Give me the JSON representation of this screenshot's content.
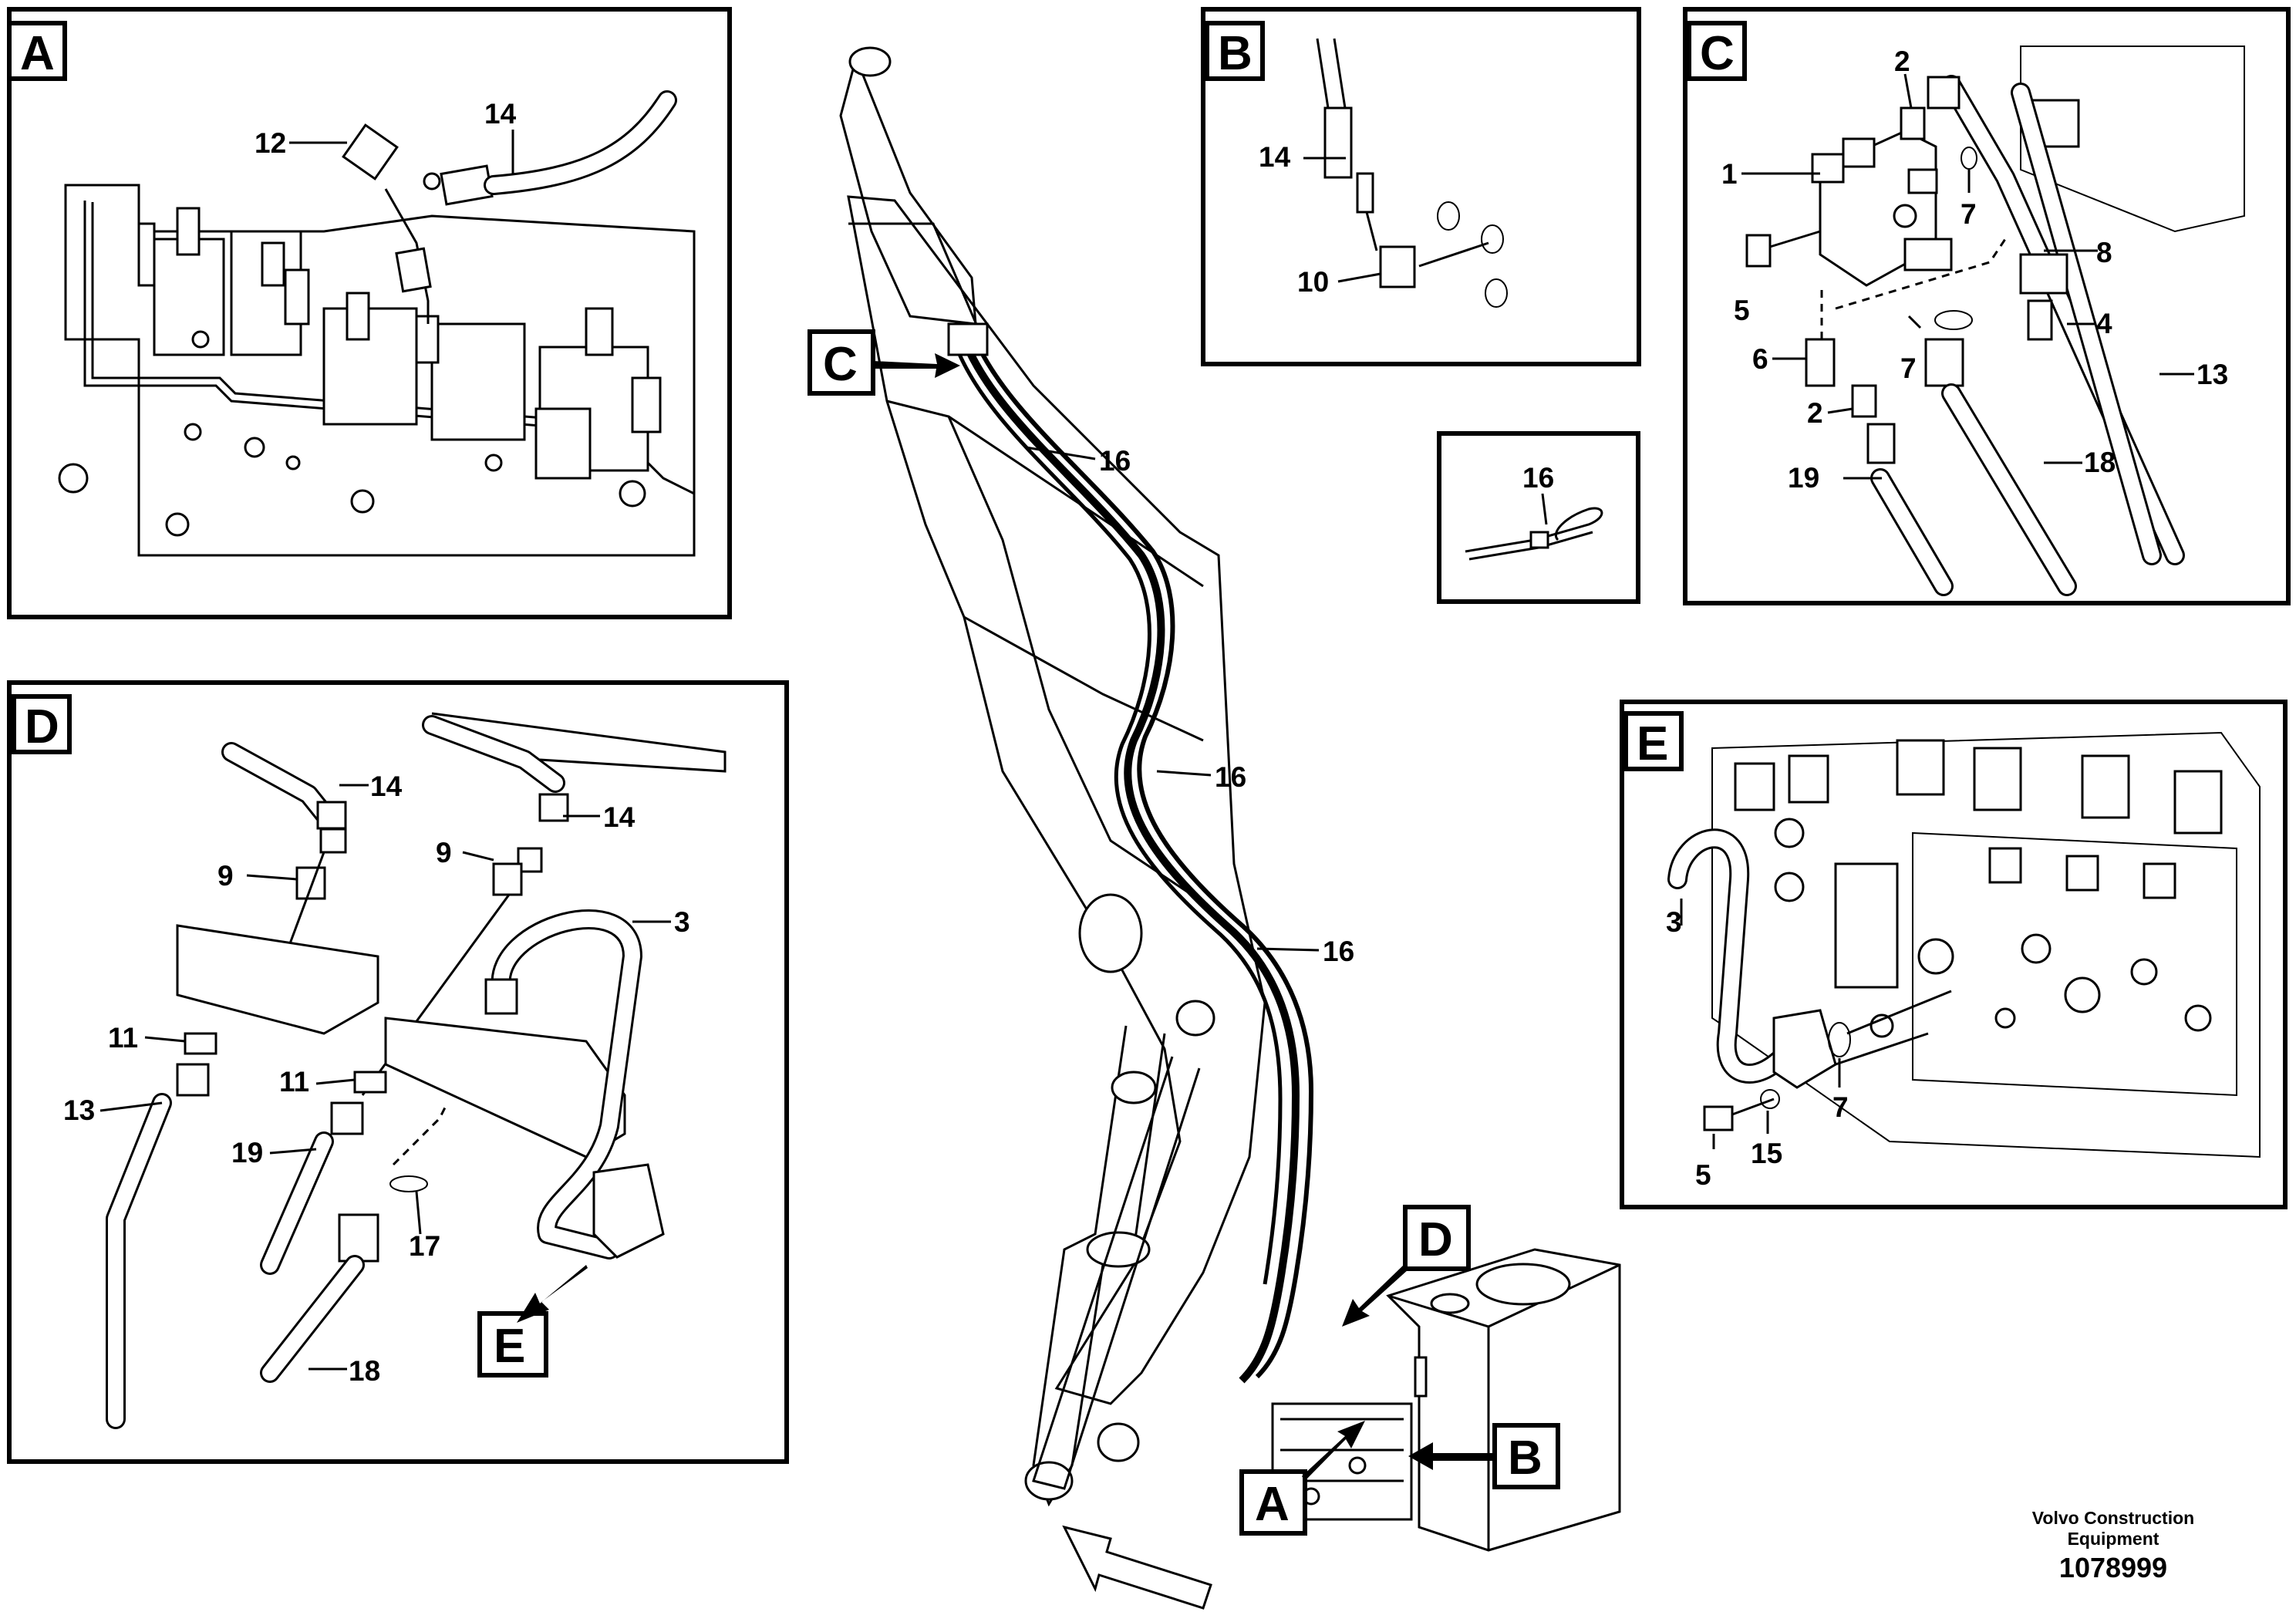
{
  "panels": {
    "A": {
      "tag": "A",
      "callouts": [
        "12",
        "14"
      ]
    },
    "B": {
      "tag": "B",
      "callouts": [
        "14",
        "10"
      ]
    },
    "C": {
      "tag": "C",
      "callouts": [
        "2",
        "1",
        "7",
        "8",
        "5",
        "6",
        "7",
        "4",
        "13",
        "2",
        "19",
        "18"
      ]
    },
    "D": {
      "tag": "D",
      "callouts": [
        "14",
        "14",
        "9",
        "9",
        "3",
        "11",
        "13",
        "11",
        "19",
        "17",
        "18"
      ]
    },
    "E": {
      "tag": "E",
      "callouts": [
        "3",
        "5",
        "15",
        "7"
      ]
    },
    "clip": {
      "callout": "16"
    }
  },
  "main": {
    "tags": [
      "C",
      "D",
      "A",
      "B",
      "E"
    ],
    "callouts": [
      "16",
      "16",
      "16"
    ]
  },
  "footer": {
    "company_line1": "Volvo Construction",
    "company_line2": "Equipment",
    "drawing_number": "1078999"
  }
}
